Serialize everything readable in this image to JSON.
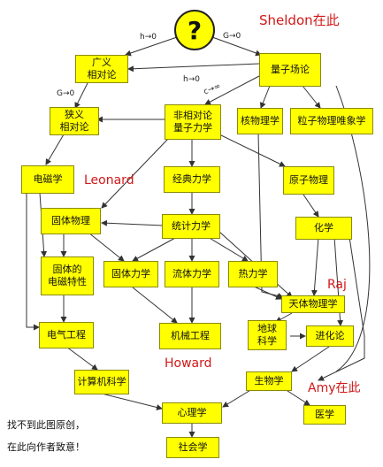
{
  "diagram": {
    "root": "?",
    "nodes": [
      {
        "id": "general-relativity",
        "label": "广义\n相对论"
      },
      {
        "id": "quantum-field-theory",
        "label": "量子场论"
      },
      {
        "id": "special-relativity",
        "label": "狭义\n相对论"
      },
      {
        "id": "non-relativistic-qm",
        "label": "非相对论\n量子力学"
      },
      {
        "id": "nuclear-physics",
        "label": "核物理学"
      },
      {
        "id": "particle-phenomenology",
        "label": "粒子物理唯象学"
      },
      {
        "id": "electromagnetism",
        "label": "电磁学"
      },
      {
        "id": "classical-mechanics",
        "label": "经典力学"
      },
      {
        "id": "atomic-physics",
        "label": "原子物理"
      },
      {
        "id": "solid-state-physics",
        "label": "固体物理"
      },
      {
        "id": "statistical-mechanics",
        "label": "统计力学"
      },
      {
        "id": "chemistry",
        "label": "化学"
      },
      {
        "id": "solid-em-properties",
        "label": "固体的\n电磁特性"
      },
      {
        "id": "solid-mechanics",
        "label": "固体力学"
      },
      {
        "id": "fluid-mechanics",
        "label": "流体力学"
      },
      {
        "id": "thermodynamics",
        "label": "热力学"
      },
      {
        "id": "astrophysics",
        "label": "天体物理学"
      },
      {
        "id": "electrical-engineering",
        "label": "电气工程"
      },
      {
        "id": "mechanical-engineering",
        "label": "机械工程"
      },
      {
        "id": "earth-science",
        "label": "地球\n科学"
      },
      {
        "id": "evolution",
        "label": "进化论"
      },
      {
        "id": "computer-science",
        "label": "计算机科学"
      },
      {
        "id": "biology",
        "label": "生物学"
      },
      {
        "id": "psychology",
        "label": "心理学"
      },
      {
        "id": "medicine",
        "label": "医学"
      },
      {
        "id": "sociology",
        "label": "社会学"
      }
    ],
    "edge_labels": [
      "h→0",
      "G→0",
      "h→0",
      "c→∞",
      "G→0"
    ],
    "annotations": [
      "Sheldon在此",
      "Leonard",
      "Raj",
      "Howard",
      "Amy在此"
    ],
    "credit": [
      "找不到此图原创，",
      "在此向作者致意！"
    ]
  },
  "colors": {
    "box": "#ffff00",
    "annotation": "#d01818",
    "line": "#333333"
  }
}
